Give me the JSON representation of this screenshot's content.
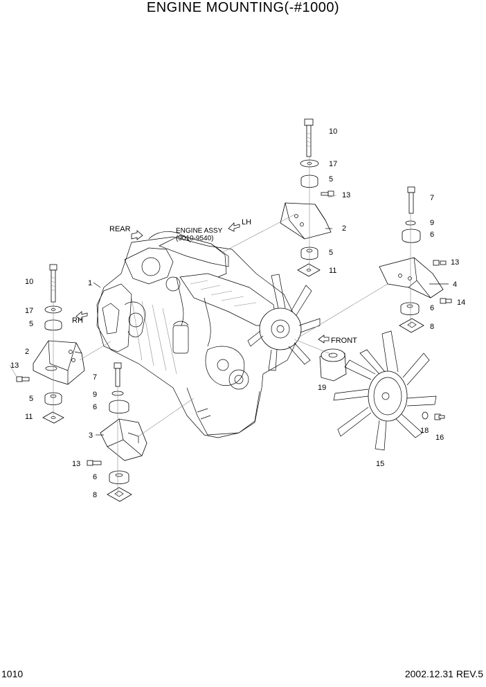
{
  "title": "ENGINE MOUNTING(-#1000)",
  "page_number": "1010",
  "revision": "2002.12.31 REV.5",
  "direction_labels": {
    "rear": "REAR",
    "lh": "LH",
    "rh": "RH",
    "front": "FRONT"
  },
  "engine_assy": {
    "line1": "ENGINE ASSY",
    "line2": "(9010-9540)"
  },
  "callouts": [
    {
      "key": "c1",
      "text": "1"
    },
    {
      "key": "c2a",
      "text": "2"
    },
    {
      "key": "c2b",
      "text": "2"
    },
    {
      "key": "c3",
      "text": "3"
    },
    {
      "key": "c4",
      "text": "4"
    },
    {
      "key": "c5a",
      "text": "5"
    },
    {
      "key": "c5b",
      "text": "5"
    },
    {
      "key": "c5c",
      "text": "5"
    },
    {
      "key": "c5d",
      "text": "5"
    },
    {
      "key": "c6a",
      "text": "6"
    },
    {
      "key": "c6b",
      "text": "6"
    },
    {
      "key": "c6c",
      "text": "6"
    },
    {
      "key": "c6d",
      "text": "6"
    },
    {
      "key": "c7a",
      "text": "7"
    },
    {
      "key": "c7b",
      "text": "7"
    },
    {
      "key": "c8a",
      "text": "8"
    },
    {
      "key": "c8b",
      "text": "8"
    },
    {
      "key": "c9a",
      "text": "9"
    },
    {
      "key": "c9b",
      "text": "9"
    },
    {
      "key": "c10a",
      "text": "10"
    },
    {
      "key": "c10b",
      "text": "10"
    },
    {
      "key": "c11a",
      "text": "11"
    },
    {
      "key": "c11b",
      "text": "11"
    },
    {
      "key": "c13a",
      "text": "13"
    },
    {
      "key": "c13b",
      "text": "13"
    },
    {
      "key": "c13c",
      "text": "13"
    },
    {
      "key": "c13d",
      "text": "13"
    },
    {
      "key": "c14",
      "text": "14"
    },
    {
      "key": "c15",
      "text": "15"
    },
    {
      "key": "c16",
      "text": "16"
    },
    {
      "key": "c17a",
      "text": "17"
    },
    {
      "key": "c17b",
      "text": "17"
    },
    {
      "key": "c18",
      "text": "18"
    },
    {
      "key": "c19",
      "text": "19"
    }
  ]
}
